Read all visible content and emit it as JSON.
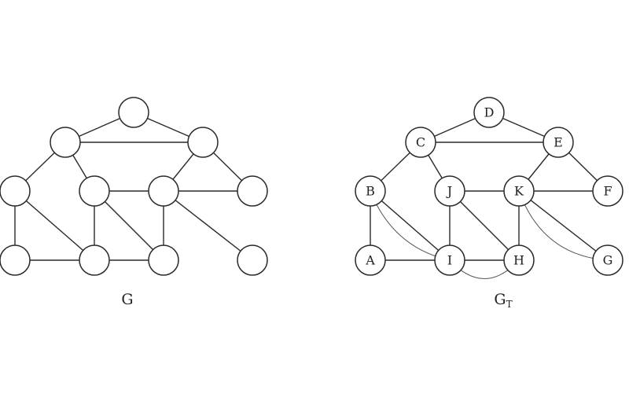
{
  "graphs": [
    {
      "id": "g",
      "caption": "G",
      "caption_sub": "",
      "nodes": [
        {
          "id": "top",
          "label": ""
        },
        {
          "id": "ul",
          "label": ""
        },
        {
          "id": "ur",
          "label": ""
        },
        {
          "id": "m1",
          "label": ""
        },
        {
          "id": "m2",
          "label": ""
        },
        {
          "id": "m3",
          "label": ""
        },
        {
          "id": "m4",
          "label": ""
        },
        {
          "id": "b1",
          "label": ""
        },
        {
          "id": "b2",
          "label": ""
        },
        {
          "id": "b3",
          "label": ""
        },
        {
          "id": "b4",
          "label": ""
        }
      ],
      "edges": [
        [
          "ul",
          "top"
        ],
        [
          "top",
          "ur"
        ],
        [
          "ul",
          "ur"
        ],
        [
          "ul",
          "m1"
        ],
        [
          "ul",
          "m2"
        ],
        [
          "ur",
          "m3"
        ],
        [
          "ur",
          "m4"
        ],
        [
          "m2",
          "m3"
        ],
        [
          "m3",
          "m4"
        ],
        [
          "m1",
          "b1"
        ],
        [
          "m1",
          "b2"
        ],
        [
          "b1",
          "b2"
        ],
        [
          "m2",
          "b2"
        ],
        [
          "m2",
          "b3"
        ],
        [
          "b2",
          "b3"
        ],
        [
          "m3",
          "b3"
        ],
        [
          "m3",
          "b4"
        ]
      ],
      "curves": []
    },
    {
      "id": "gt",
      "caption": "G",
      "caption_sub": "T",
      "nodes": [
        {
          "id": "D",
          "label": "D"
        },
        {
          "id": "C",
          "label": "C"
        },
        {
          "id": "E",
          "label": "E"
        },
        {
          "id": "B",
          "label": "B"
        },
        {
          "id": "J",
          "label": "J"
        },
        {
          "id": "K",
          "label": "K"
        },
        {
          "id": "F",
          "label": "F"
        },
        {
          "id": "A",
          "label": "A"
        },
        {
          "id": "I",
          "label": "I"
        },
        {
          "id": "H",
          "label": "H"
        },
        {
          "id": "G",
          "label": "G"
        }
      ],
      "edges": [
        [
          "C",
          "D"
        ],
        [
          "D",
          "E"
        ],
        [
          "C",
          "E"
        ],
        [
          "C",
          "B"
        ],
        [
          "C",
          "J"
        ],
        [
          "E",
          "K"
        ],
        [
          "E",
          "F"
        ],
        [
          "J",
          "K"
        ],
        [
          "K",
          "F"
        ],
        [
          "B",
          "A"
        ],
        [
          "B",
          "I"
        ],
        [
          "A",
          "I"
        ],
        [
          "J",
          "I"
        ],
        [
          "J",
          "H"
        ],
        [
          "I",
          "H"
        ],
        [
          "K",
          "H"
        ],
        [
          "K",
          "G"
        ]
      ],
      "curves": [
        [
          "B",
          "I"
        ],
        [
          "I",
          "H"
        ],
        [
          "K",
          "G"
        ]
      ]
    }
  ]
}
